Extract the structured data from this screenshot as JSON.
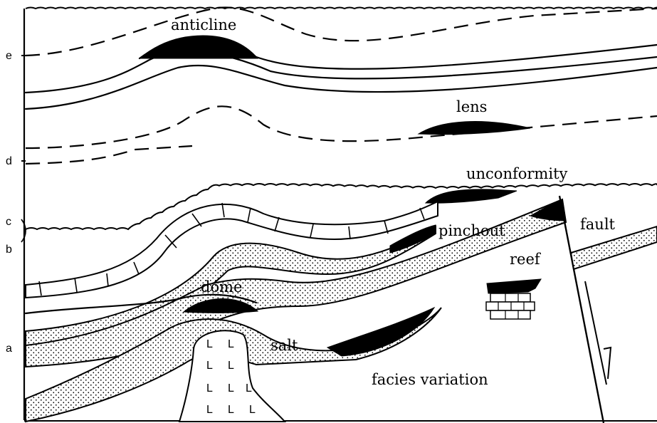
{
  "side_labels": {
    "a": "a",
    "b": "b",
    "c": "c",
    "d": "d",
    "e": "e"
  },
  "labels": {
    "anticline": "anticline",
    "lens": "lens",
    "unconformity": "unconformity",
    "pinchout": "pinchout",
    "fault": "fault",
    "reef": "reef",
    "dome": "dome",
    "salt": "salt",
    "facies_variation": "facies variation"
  },
  "salt_symbol": "L",
  "colors": {
    "ink": "#000000",
    "paper": "#ffffff"
  }
}
